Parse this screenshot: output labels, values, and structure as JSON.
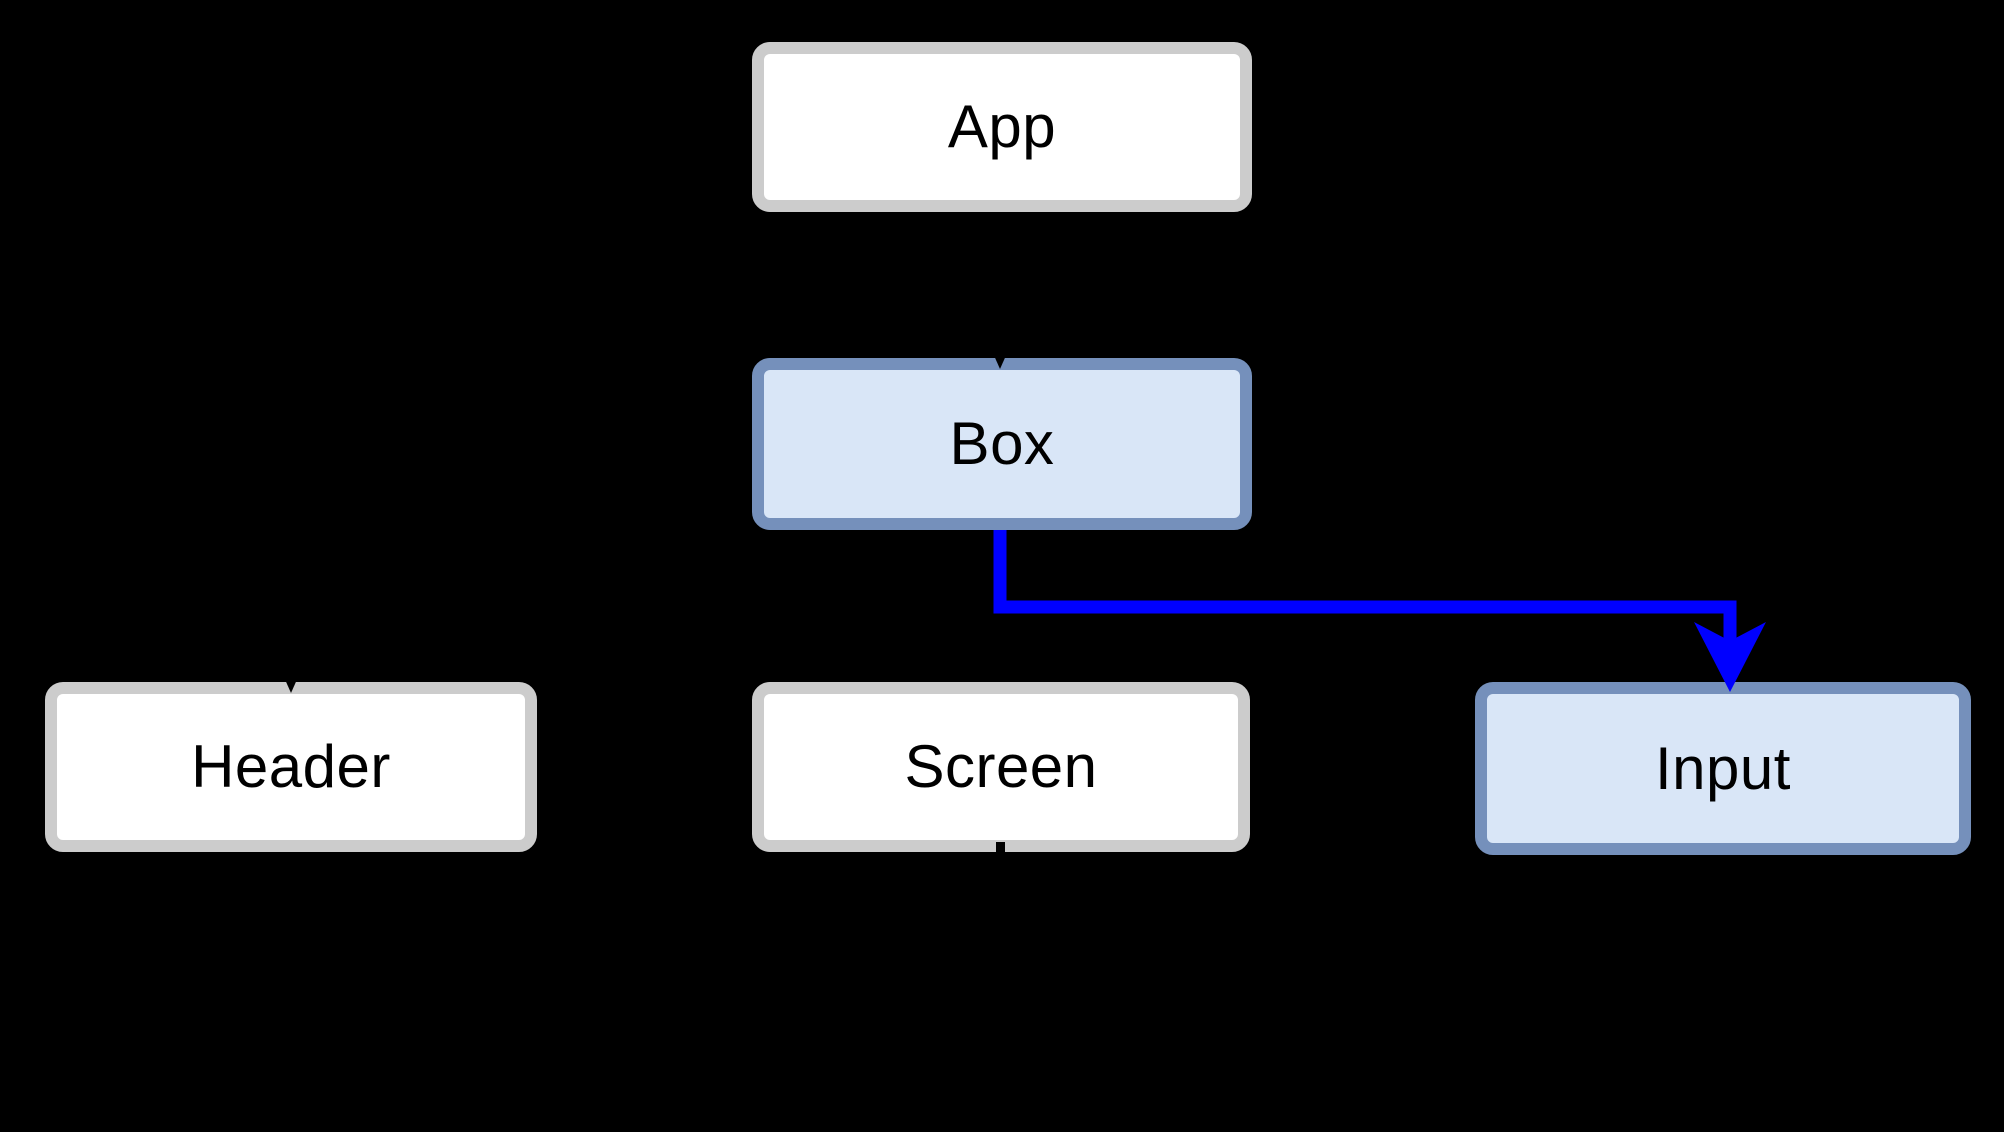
{
  "diagram": {
    "type": "flowchart",
    "nodes": {
      "app": {
        "label": "App",
        "variant": "default"
      },
      "box": {
        "label": "Box",
        "variant": "highlight"
      },
      "header": {
        "label": "Header",
        "variant": "default"
      },
      "screen": {
        "label": "Screen",
        "variant": "default"
      },
      "input": {
        "label": "Input",
        "variant": "highlight"
      }
    },
    "edges": [
      {
        "from": "Box",
        "to": "Input",
        "color": "#0000ff",
        "shape": "orthogonal",
        "arrowhead": "filled-barb-down"
      }
    ],
    "edge_artifacts": [
      {
        "node": "Box",
        "position": "top",
        "type": "black-arrowhead-notch"
      },
      {
        "node": "Header",
        "position": "top",
        "type": "black-arrowhead-notch"
      },
      {
        "node": "Screen",
        "position": "bottom",
        "type": "black-edge-stub"
      }
    ],
    "colors": {
      "background": "#000000",
      "node_fill": "#ffffff",
      "node_stroke": "#cccccc",
      "highlight_fill": "#d9e6f7",
      "highlight_stroke": "#7590bb",
      "edge_blue": "#0000ff",
      "edge_black": "#000000",
      "text": "#000000"
    }
  }
}
